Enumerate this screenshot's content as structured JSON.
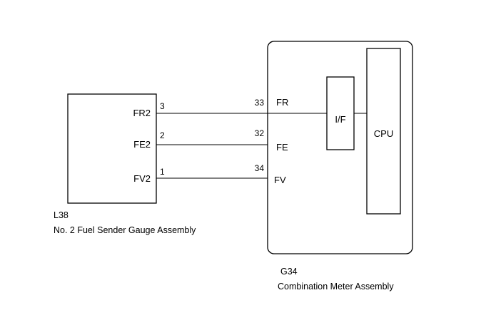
{
  "sender": {
    "code": "L38",
    "name": "No. 2 Fuel Sender Gauge Assembly",
    "terminals": [
      "FR2",
      "FE2",
      "FV2"
    ]
  },
  "meter": {
    "code": "G34",
    "name": "Combination Meter Assembly",
    "terminals": [
      "FR",
      "FE",
      "FV"
    ],
    "interface_label": "I/F",
    "cpu_label": "CPU"
  },
  "wires": [
    {
      "from_pin": "3",
      "to_pin": "33"
    },
    {
      "from_pin": "2",
      "to_pin": "32"
    },
    {
      "from_pin": "1",
      "to_pin": "34"
    }
  ]
}
